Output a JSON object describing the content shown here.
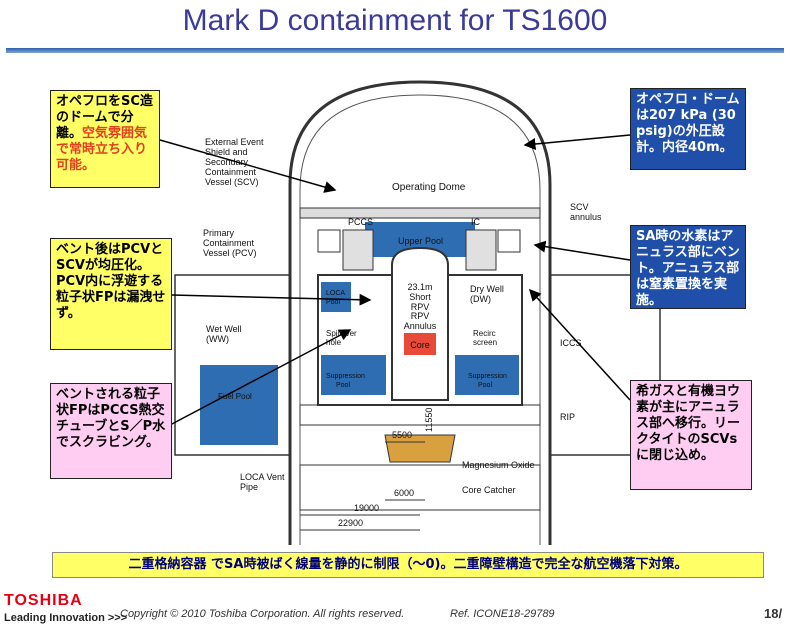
{
  "title": "Mark D containment for TS1600",
  "callouts": {
    "left1_a": "オペフロをSC造のドームで分離。",
    "left1_b": "空気雰囲気で常時立ち入り可能。",
    "left2": "ベント後はPCVとSCVが均圧化。PCV内に浮遊する粒子状FPは漏洩せず。",
    "left3": "ベントされる粒子状FPはPCCS熱交チューブとS／P水でスクラビング。",
    "right1": "オペフロ・ドームは207 kPa (30 psig)の外圧設計。内径40m。",
    "right2": "SA時の水素はアニュラス部にベント。アニュラス部は窒素置換を実施。",
    "right3": "希ガスと有機ヨウ素が主にアニュラス部へ移行。リークタイトのSCVsに閉じ込め。"
  },
  "diagram_labels": {
    "external_event": [
      "External Event",
      "Shield and",
      "Secondary",
      "Containment",
      "Vessel (SCV)"
    ],
    "operating_dome": "Operating Dome",
    "pccs": "PCCS",
    "ic": "IC",
    "upper_pool": "Upper Pool",
    "scv_annulus": [
      "SCV",
      "annulus"
    ],
    "primary_containment": [
      "Primary",
      "Containment",
      "Vessel (PCV)"
    ],
    "loca_pool": [
      "LOCA",
      "Pool"
    ],
    "rpv_height": [
      "23.1m",
      "Short",
      "RPV"
    ],
    "rpv_annulus": [
      "RPV",
      "Annulus"
    ],
    "core": "Core",
    "dry_well": [
      "Dry Well",
      "(DW)"
    ],
    "wet_well": [
      "Wet Well",
      "(WW)"
    ],
    "spillover": [
      "Spillover",
      "hole"
    ],
    "recirc": [
      "Recirc",
      "screen"
    ],
    "iccs": "ICCS",
    "suppression_pool": [
      "Suppression",
      "Pool"
    ],
    "fuel_pool": "Fuel Pool",
    "rip": "RIP",
    "dim_5500": "5500",
    "dim_11550": "11550",
    "magnesium": "Magnesium Oxide",
    "loca_vent": [
      "LOCA Vent",
      "Pipe"
    ],
    "core_catcher": "Core Catcher",
    "dim_6000": "6000",
    "dim_19000": "19000",
    "dim_22900": "22900"
  },
  "bottom_note": "二重格納容器 でSA時被ばく線量を静的に制限（～0)。二重障壁構造で完全な航空機落下対策。",
  "footer": {
    "logo": "TOSHIBA",
    "tagline": "Leading Innovation >>>",
    "copyright": "Copyright © 2010 Toshiba Corporation. All rights reserved.",
    "ref": "Ref. ICONE18-29789",
    "page": "18/"
  },
  "colors": {
    "water": "#2f6db3",
    "title": "#3a3a9a",
    "callout_yellow": "#ffff66",
    "callout_blue": "#1f4fa8",
    "callout_pink": "#ffccf2",
    "core": "#e84a3a"
  }
}
